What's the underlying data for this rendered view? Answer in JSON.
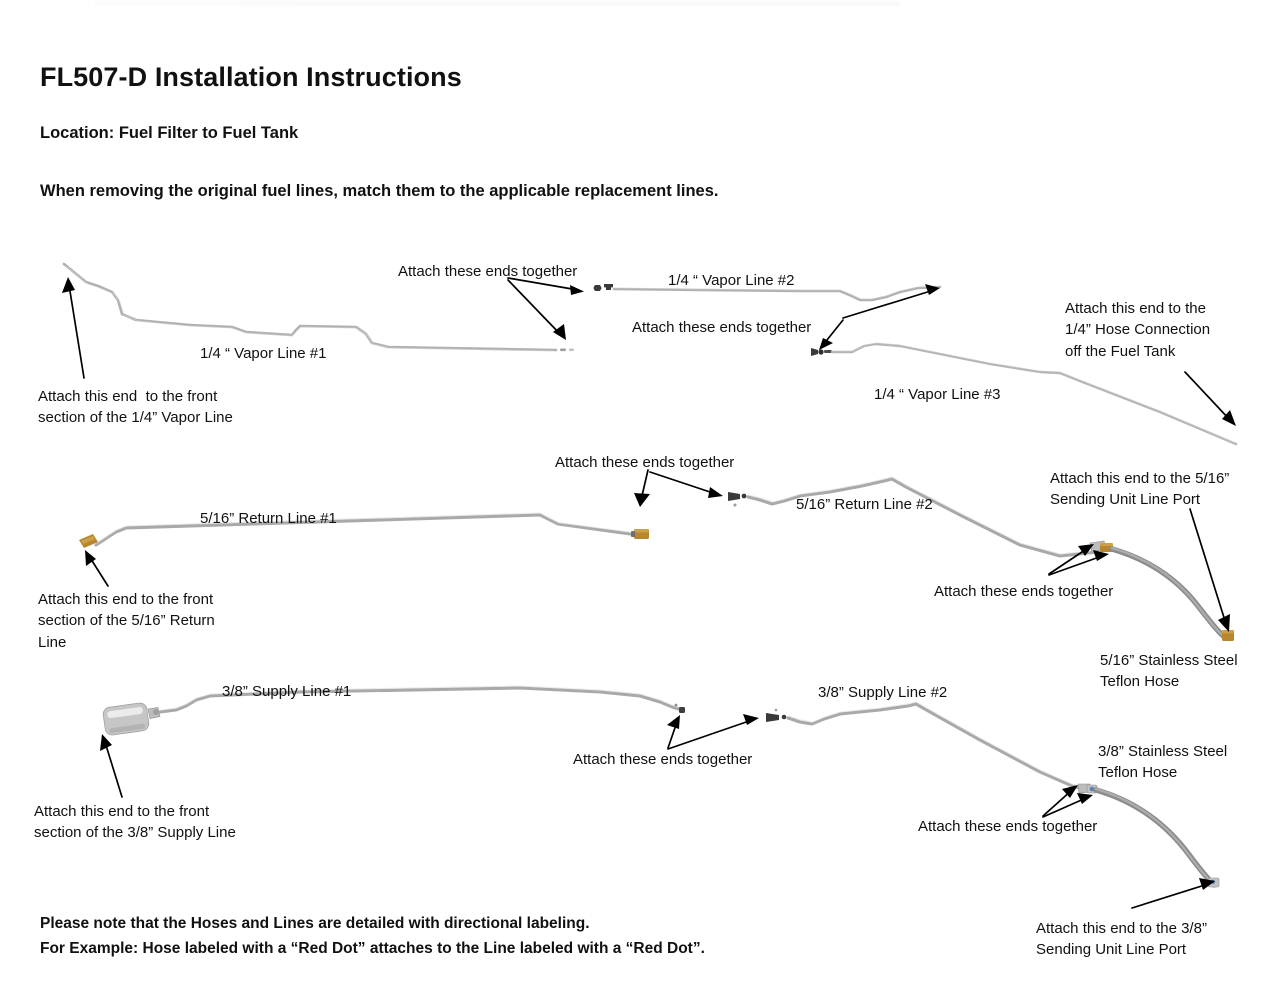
{
  "document": {
    "title": "FL507-D Installation Instructions",
    "location_line": "Location: Fuel Filter to Fuel Tank",
    "instruction_line": "When removing the original fuel lines, match them to the applicable replacement lines.",
    "notes": [
      "Please note that the Hoses and Lines are detailed with directional labeling.",
      "For Example: Hose labeled with a “Red Dot” attaches to the Line labeled with a “Red Dot”."
    ]
  },
  "parts": {
    "vapor_line_1": "1/4 “ Vapor Line #1",
    "vapor_line_2": "1/4 “ Vapor Line #2",
    "vapor_line_3": "1/4 “ Vapor Line #3",
    "return_line_1": "5/16” Return Line #1",
    "return_line_2": "5/16” Return Line #2",
    "supply_line_1": "3/8” Supply Line #1",
    "supply_line_2": "3/8” Supply Line #2",
    "hose_516": "5/16” Stainless Steel\nTeflon Hose",
    "hose_38": "3/8” Stainless Steel\nTeflon Hose"
  },
  "callouts": {
    "vapor_attach_top": "Attach these ends together",
    "vapor_attach_mid": "Attach these ends together",
    "vapor_front": "Attach this end  to the front\nsection of the 1/4” Vapor Line",
    "vapor_tank": "Attach this end to the\n1/4” Hose Connection\noff the Fuel Tank",
    "return_attach_top": "Attach these ends together",
    "return_front": "Attach this end to the front\nsection of the 5/16” Return\nLine",
    "return_attach_hose": "Attach these ends together",
    "return_sending_unit": "Attach this end to the 5/16”\nSending Unit Line Port",
    "supply_attach_mid": "Attach these ends together",
    "supply_front": "Attach this end to the front\nsection of the 3/8” Supply Line",
    "supply_attach_hose": "Attach these ends together",
    "supply_sending_unit": "Attach this end to the 3/8”\nSending Unit Line Port"
  },
  "colors": {
    "text": "#111111",
    "tube_gray": "#a9a9a9",
    "hose_gray": "#9a9a9a",
    "brass": "#b8862f",
    "fitting_dark": "#3a3a3a",
    "blue_mark": "#5b7fb5"
  }
}
